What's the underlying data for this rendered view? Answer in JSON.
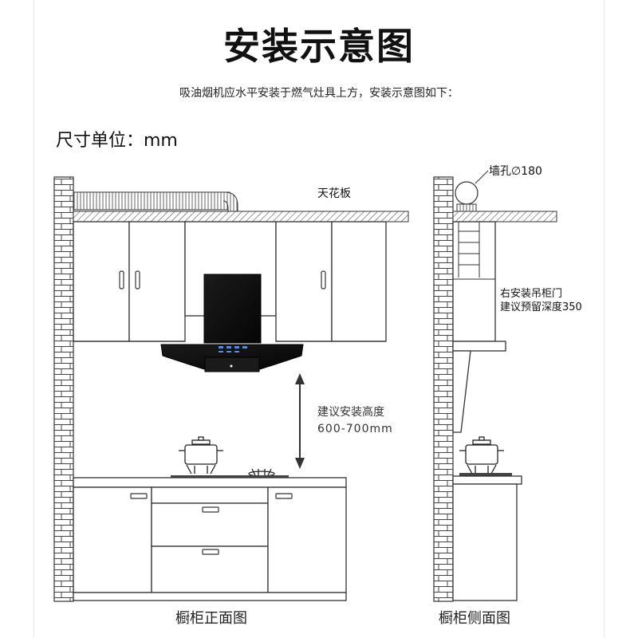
{
  "title": "安装示意图",
  "subtitle": "吸油烟机应水平安装于燃气灶具上方，安装示意图如下：",
  "unit_label": "尺寸单位：mm",
  "front_view": {
    "ceiling_label": "天花板",
    "height_label_1": "建议安装高度",
    "height_label_2": "600-700mm",
    "caption": "橱柜正面图"
  },
  "side_view": {
    "wall_hole_label": "墙孔∅180",
    "cabinet_note_1": "右安装吊柜门",
    "cabinet_note_2": "建议预留深度350",
    "caption": "橱柜侧面图"
  }
}
